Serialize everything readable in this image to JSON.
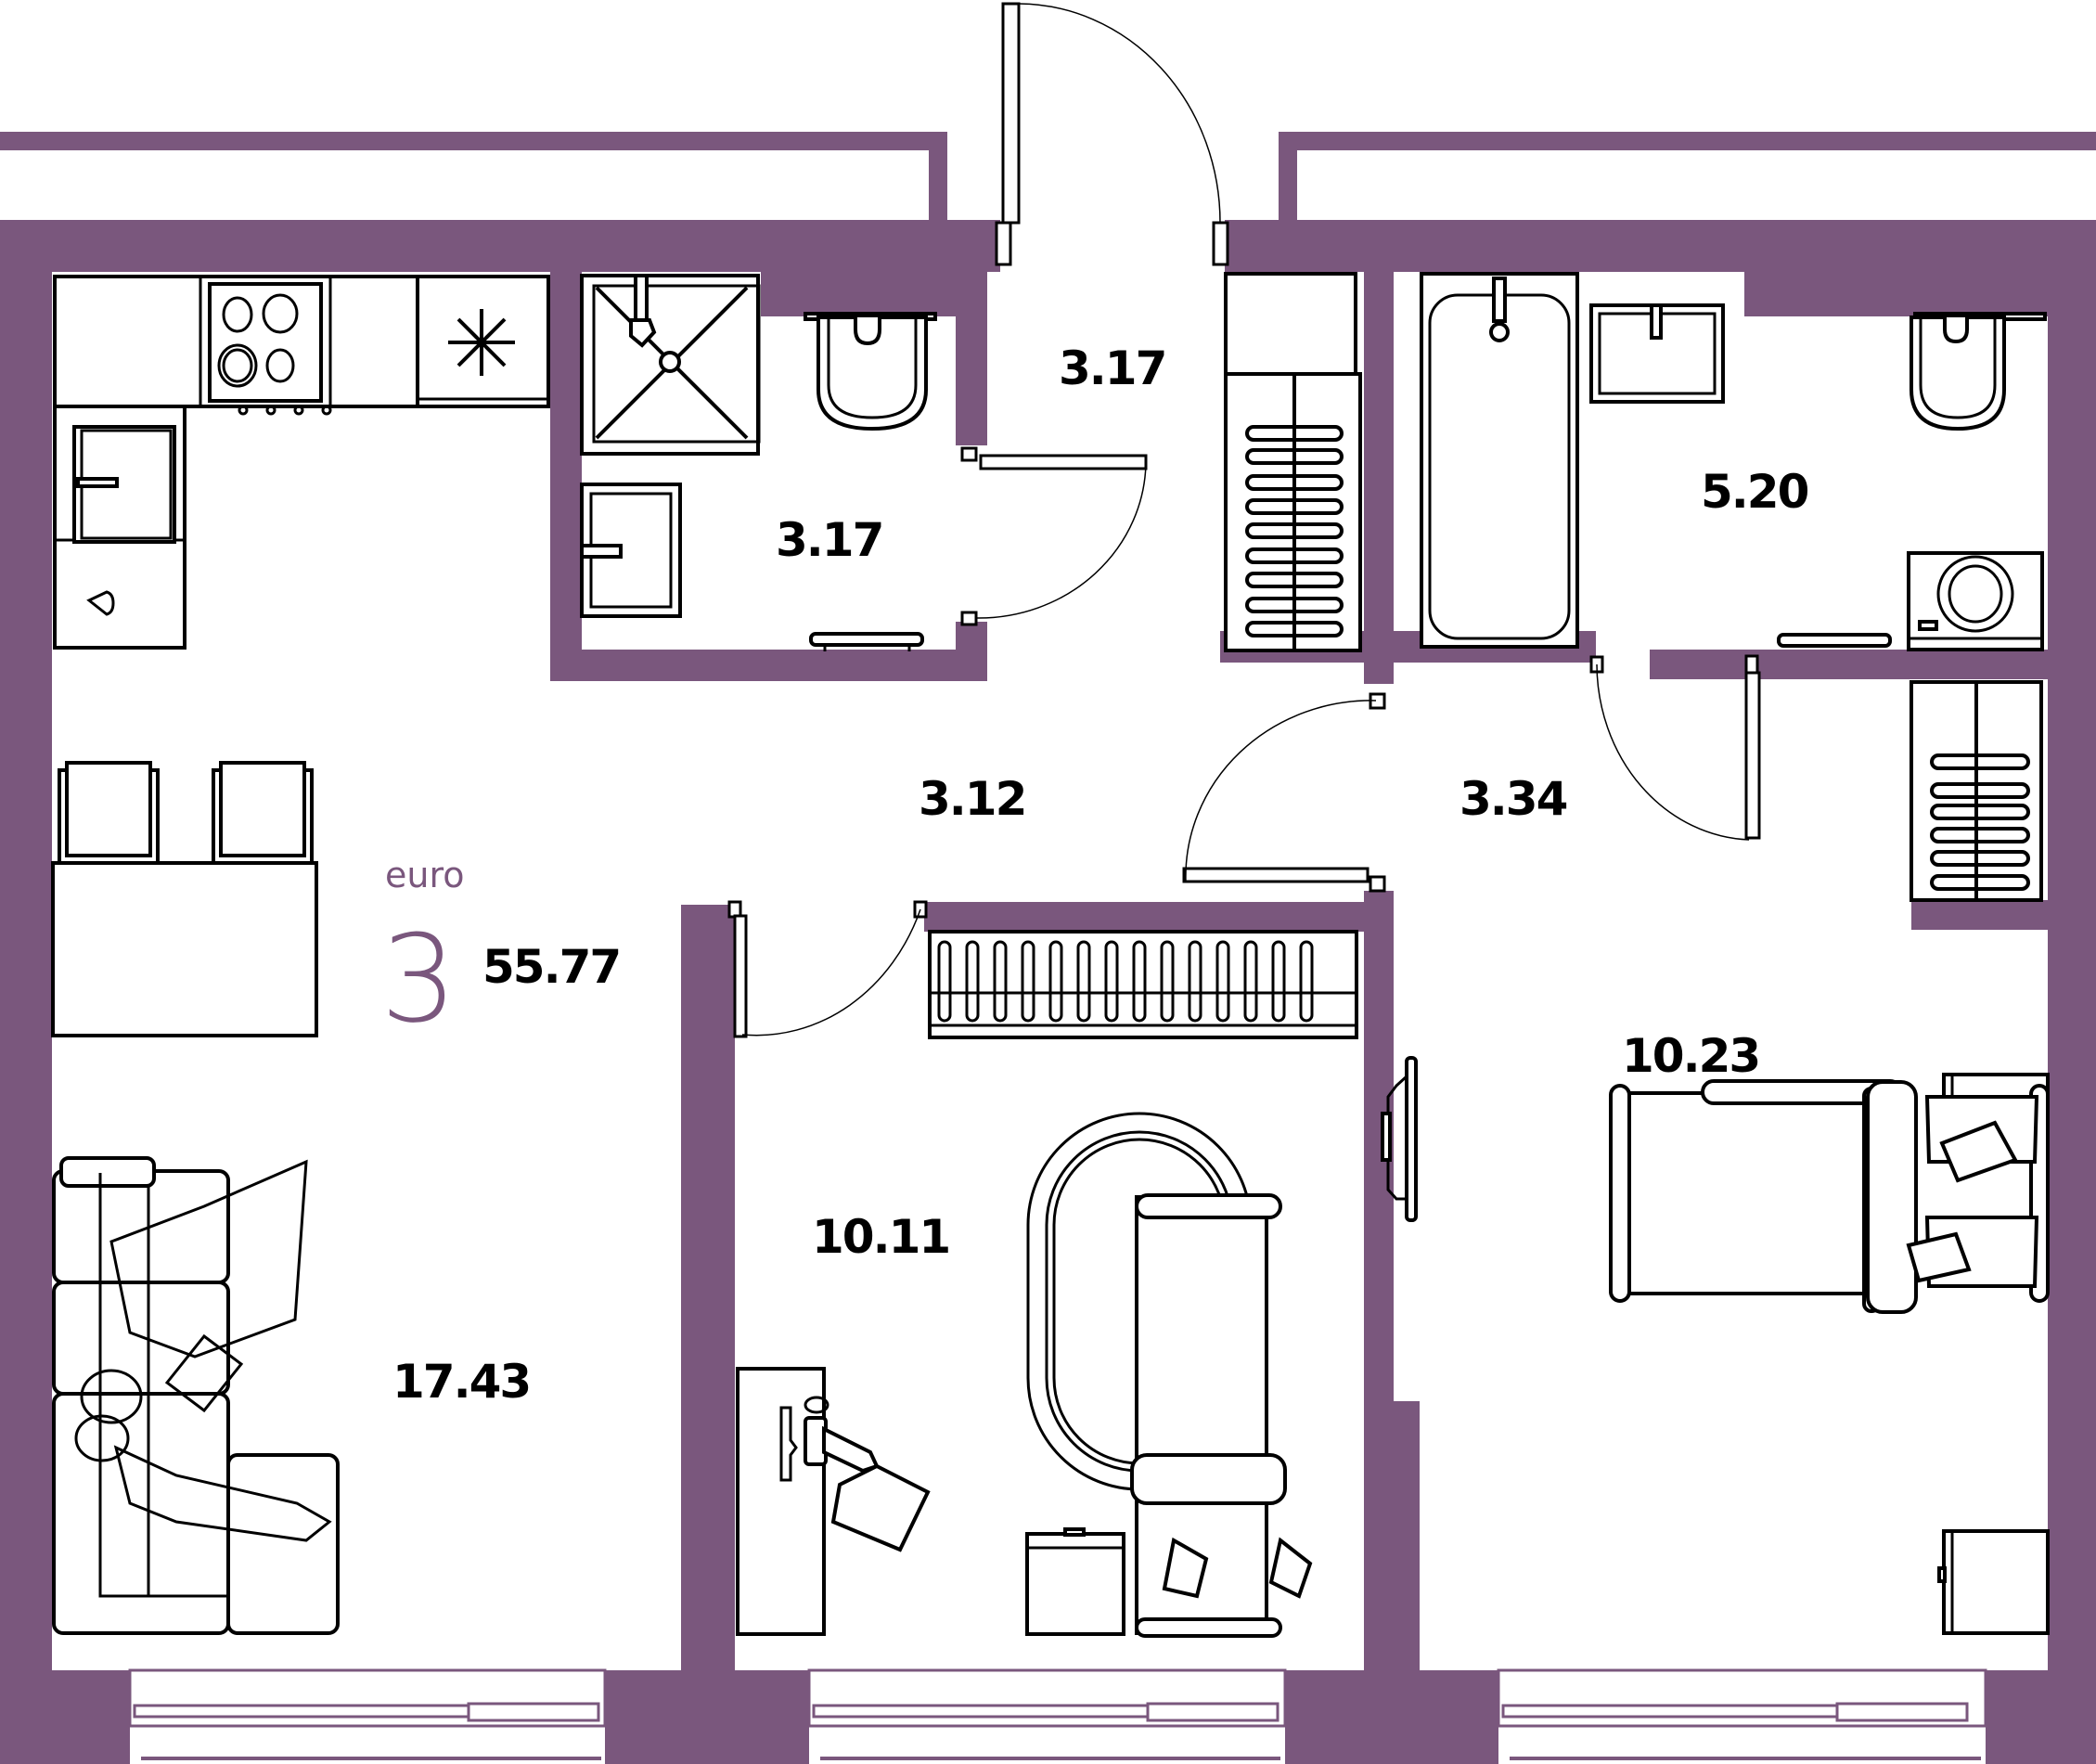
{
  "plan": {
    "wall_color": "#7A577D",
    "line_color": "#000000",
    "background": "#ffffff"
  },
  "summary": {
    "brand": "euro",
    "rooms_count": "3",
    "total_area": "55.77"
  },
  "rooms": [
    {
      "id": "kitchen-living",
      "area": "17.43"
    },
    {
      "id": "shower-room",
      "area": "3.17"
    },
    {
      "id": "entry-vestibule",
      "area": "3.17"
    },
    {
      "id": "hallway",
      "area": "3.12"
    },
    {
      "id": "corridor",
      "area": "3.34"
    },
    {
      "id": "bathroom",
      "area": "5.20"
    },
    {
      "id": "bedroom-1",
      "area": "10.11"
    },
    {
      "id": "bedroom-2",
      "area": "10.23"
    }
  ],
  "icons": {
    "fridge": "snowflake-icon",
    "stove": "cooktop-icon",
    "sink": "sink-icon",
    "toilet": "toilet-icon",
    "shower": "shower-tray-icon",
    "bathtub": "bathtub-icon",
    "washer": "washing-machine-icon",
    "wardrobe": "wardrobe-icon",
    "bed": "bed-icon",
    "sofa": "sofa-icon",
    "desk": "desk-icon",
    "tv": "tv-icon",
    "door": "door-swing-icon",
    "window": "window-icon"
  }
}
